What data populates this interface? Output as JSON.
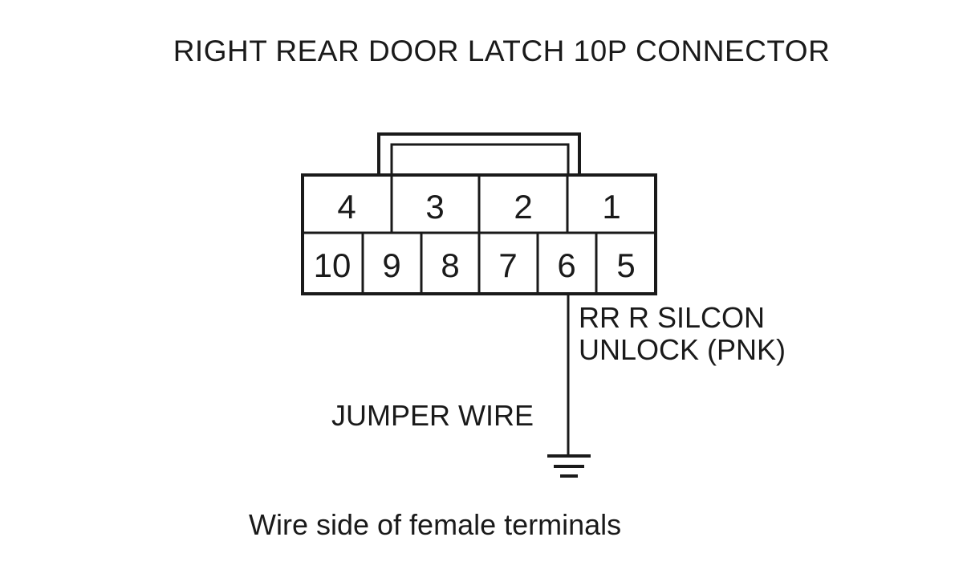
{
  "title": "RIGHT REAR DOOR LATCH 10P CONNECTOR",
  "connector": {
    "top_row_pins": [
      "4",
      "3",
      "2",
      "1"
    ],
    "bottom_row_pins": [
      "10",
      "9",
      "8",
      "7",
      "6",
      "5"
    ],
    "highlighted_pin": "6"
  },
  "signal_label": {
    "line1": "RR R SILCON",
    "line2": "UNLOCK (PNK)"
  },
  "jumper_label": "JUMPER WIRE",
  "ground_symbol": "ground-icon",
  "footer": "Wire side of female terminals",
  "colors": {
    "line": "#1a1a1a",
    "background": "#ffffff"
  }
}
